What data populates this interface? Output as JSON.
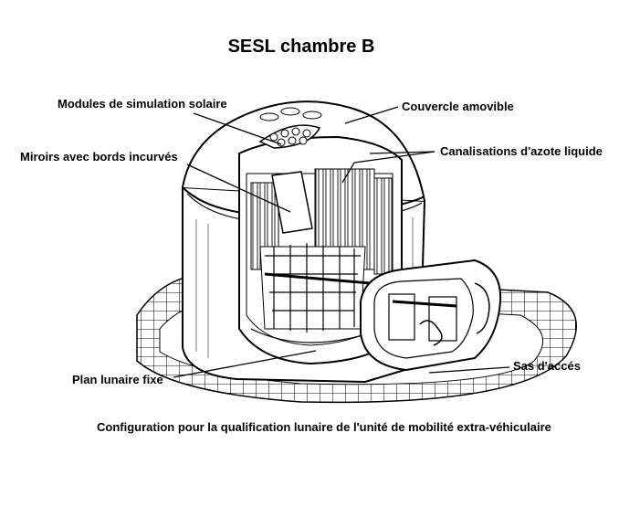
{
  "title": "SESL chambre B",
  "labels": {
    "modules": "Modules de simulation solaire",
    "miroirs": "Miroirs avec bords incurvés",
    "couvercle": "Couvercle amovible",
    "canalisations": "Canalisations d'azote liquide",
    "plan": "Plan lunaire fixe",
    "sas": "Sas d'accés"
  },
  "caption": "Configuration pour la qualification lunaire de l'unité de mobilité extra-véhiculaire"
}
